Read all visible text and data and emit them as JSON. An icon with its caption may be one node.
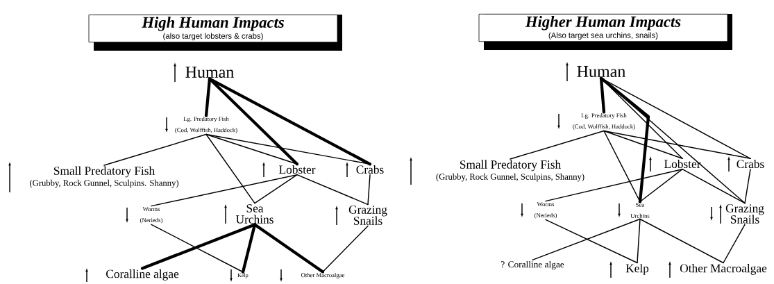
{
  "diagram": {
    "nodes": [
      {
        "text": [
          "High Human Impacts",
          "(also target lobsters & crabs)"
        ]
      },
      {
        "text": [
          "Human"
        ]
      },
      {
        "text": [
          "Lg. Predatory Fish",
          "(Cod, Wolffish, Haddock)"
        ]
      },
      {
        "text": [
          "Small Predatory Fish",
          "(Grubby, Rock Gunnel, Sculpins. Shanny)"
        ]
      },
      {
        "text": [
          "Lobster"
        ]
      },
      {
        "text": [
          "Crabs"
        ]
      },
      {
        "text": [
          "Worms",
          "(Nerieds)"
        ]
      },
      {
        "text": [
          "Sea Urchins"
        ]
      },
      {
        "text": [
          "Grazing Snails"
        ]
      },
      {
        "text": [
          "Coralline algae"
        ]
      },
      {
        "text": [
          "Kelp"
        ]
      },
      {
        "text": [
          "Other Macroalgae"
        ]
      },
      {
        "text": [
          "Higher Human Impacts",
          "(Also target sea urchins, snails)"
        ]
      },
      {
        "text": [
          "Human"
        ]
      },
      {
        "text": [
          "Lg. Predatory Fish",
          "(Cod, Wolffish, Haddock)"
        ]
      },
      {
        "text": [
          "Small Predatory Fish",
          "(Grubby, Rock Gunnel, Sculpins, Shanny)"
        ]
      },
      {
        "text": [
          "Lobster"
        ]
      },
      {
        "text": [
          "Crabs"
        ]
      },
      {
        "text": [
          "Worms",
          "(Nerieds)"
        ]
      },
      {
        "text": [
          "Sea Urchins"
        ]
      },
      {
        "text": [
          "Grazing Snails"
        ]
      },
      {
        "text": [
          "? Coralline algae"
        ]
      },
      {
        "text": [
          "Kelp"
        ]
      },
      {
        "text": [
          "Other Macroalgae"
        ]
      }
    ],
    "edges": [
      {
        "from": 1,
        "to": 2,
        "arrow": "none",
        "style": "thick"
      },
      {
        "from": 1,
        "to": 4,
        "arrow": "none",
        "style": "thick"
      },
      {
        "from": 1,
        "to": 5,
        "arrow": "none",
        "style": "thick"
      },
      {
        "from": 2,
        "to": 3,
        "arrow": "none"
      },
      {
        "from": 2,
        "to": 7,
        "arrow": "none"
      },
      {
        "from": 2,
        "to": 4,
        "arrow": "none"
      },
      {
        "from": 2,
        "to": 5,
        "arrow": "none"
      },
      {
        "from": 4,
        "to": 6,
        "arrow": "none"
      },
      {
        "from": 4,
        "to": 7,
        "arrow": "none"
      },
      {
        "from": 4,
        "to": 8,
        "arrow": "none"
      },
      {
        "from": 5,
        "to": 8,
        "arrow": "none"
      },
      {
        "from": 6,
        "to": 10,
        "arrow": "none"
      },
      {
        "from": 7,
        "to": 9,
        "arrow": "none",
        "style": "thick"
      },
      {
        "from": 7,
        "to": 10,
        "arrow": "none",
        "style": "thick"
      },
      {
        "from": 7,
        "to": 11,
        "arrow": "none",
        "style": "thick"
      },
      {
        "from": 8,
        "to": 11,
        "arrow": "none"
      },
      {
        "from": 13,
        "to": 14,
        "arrow": "none",
        "style": "thick"
      },
      {
        "from": 13,
        "to": 19,
        "arrow": "none",
        "style": "thick"
      },
      {
        "from": 13,
        "to": 16,
        "arrow": "none"
      },
      {
        "from": 13,
        "to": 17,
        "arrow": "none"
      },
      {
        "from": 13,
        "to": 20,
        "arrow": "none"
      },
      {
        "from": 14,
        "to": 15,
        "arrow": "none"
      },
      {
        "from": 14,
        "to": 19,
        "arrow": "none"
      },
      {
        "from": 14,
        "to": 16,
        "arrow": "none"
      },
      {
        "from": 14,
        "to": 17,
        "arrow": "none"
      },
      {
        "from": 16,
        "to": 18,
        "arrow": "none"
      },
      {
        "from": 16,
        "to": 19,
        "arrow": "none"
      },
      {
        "from": 16,
        "to": 20,
        "arrow": "none"
      },
      {
        "from": 17,
        "to": 20,
        "arrow": "none"
      },
      {
        "from": 18,
        "to": 22,
        "arrow": "none"
      },
      {
        "from": 19,
        "to": 21,
        "arrow": "none"
      },
      {
        "from": 19,
        "to": 22,
        "arrow": "none"
      },
      {
        "from": 19,
        "to": 23,
        "arrow": "none"
      },
      {
        "from": 20,
        "to": 23,
        "arrow": "none"
      }
    ]
  }
}
